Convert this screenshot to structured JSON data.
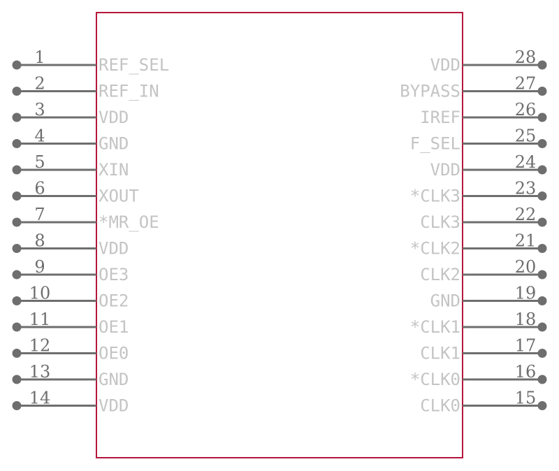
{
  "colors": {
    "body_outline": "#b5163b",
    "pin_line": "#6e6e6e",
    "pin_name_text": "#c4c4c4",
    "pin_number_text": "#6e6e6e",
    "background": "#ffffff"
  },
  "component": {
    "left_pins": [
      {
        "number": "1",
        "name": "REF_SEL"
      },
      {
        "number": "2",
        "name": "REF_IN"
      },
      {
        "number": "3",
        "name": "VDD"
      },
      {
        "number": "4",
        "name": "GND"
      },
      {
        "number": "5",
        "name": "XIN"
      },
      {
        "number": "6",
        "name": "XOUT"
      },
      {
        "number": "7",
        "name": "*MR_OE"
      },
      {
        "number": "8",
        "name": "VDD"
      },
      {
        "number": "9",
        "name": "OE3"
      },
      {
        "number": "10",
        "name": "OE2"
      },
      {
        "number": "11",
        "name": "OE1"
      },
      {
        "number": "12",
        "name": "OE0"
      },
      {
        "number": "13",
        "name": "GND"
      },
      {
        "number": "14",
        "name": "VDD"
      }
    ],
    "right_pins": [
      {
        "number": "28",
        "name": "VDD"
      },
      {
        "number": "27",
        "name": "BYPASS"
      },
      {
        "number": "26",
        "name": "IREF"
      },
      {
        "number": "25",
        "name": "F_SEL"
      },
      {
        "number": "24",
        "name": "VDD"
      },
      {
        "number": "23",
        "name": "*CLK3"
      },
      {
        "number": "22",
        "name": "CLK3"
      },
      {
        "number": "21",
        "name": "*CLK2"
      },
      {
        "number": "20",
        "name": "CLK2"
      },
      {
        "number": "19",
        "name": "GND"
      },
      {
        "number": "18",
        "name": "*CLK1"
      },
      {
        "number": "17",
        "name": "CLK1"
      },
      {
        "number": "16",
        "name": "*CLK0"
      },
      {
        "number": "15",
        "name": "CLK0"
      }
    ]
  }
}
